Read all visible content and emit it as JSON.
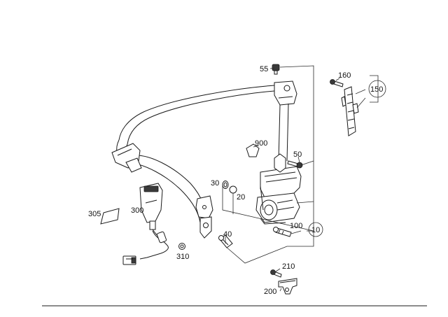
{
  "labels": {
    "p10": "10",
    "p20": "20",
    "p30": "30",
    "p40": "40",
    "p50": "50",
    "p55": "55",
    "p100": "100",
    "p150": "150",
    "p160": "160",
    "p200": "200",
    "p210": "210",
    "p300": "300",
    "p305": "305",
    "p310": "310",
    "p900": "900"
  },
  "colors": {
    "line": "#1a1a1a",
    "background": "#ffffff"
  }
}
